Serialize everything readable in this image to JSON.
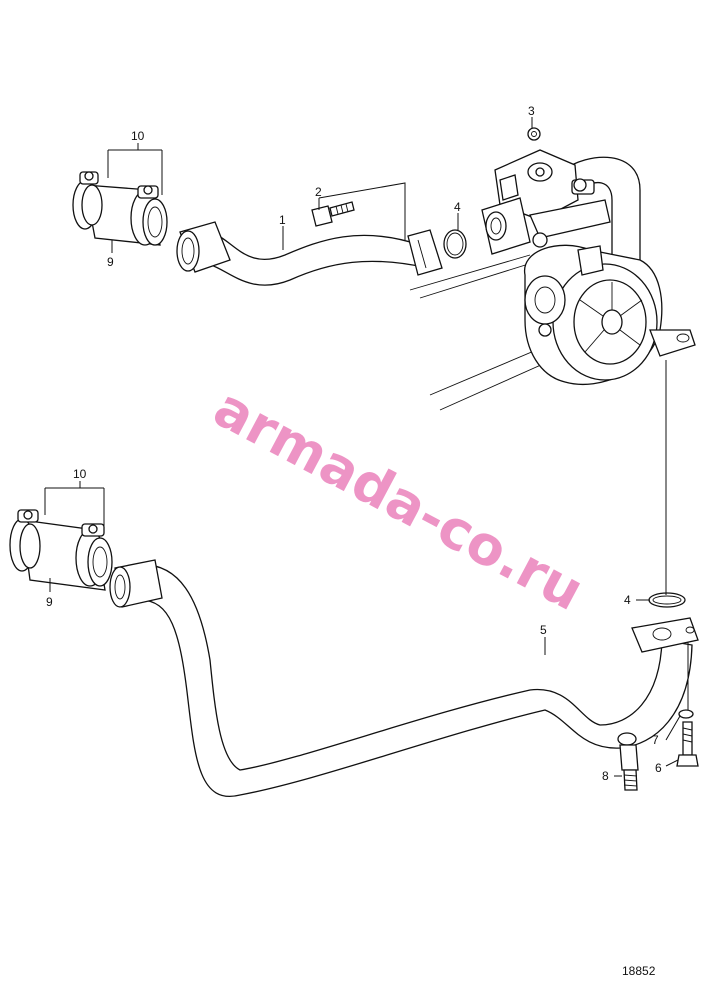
{
  "diagram": {
    "figure_number": "18852",
    "watermark": "armada-co.ru",
    "callouts": {
      "c1": "1",
      "c2": "2",
      "c3": "3",
      "c4_top": "4",
      "c4_bottom": "4",
      "c5": "5",
      "c6": "6",
      "c7": "7",
      "c8": "8",
      "c9_top": "9",
      "c9_bottom": "9",
      "c10_top": "10",
      "c10_bottom": "10"
    }
  }
}
